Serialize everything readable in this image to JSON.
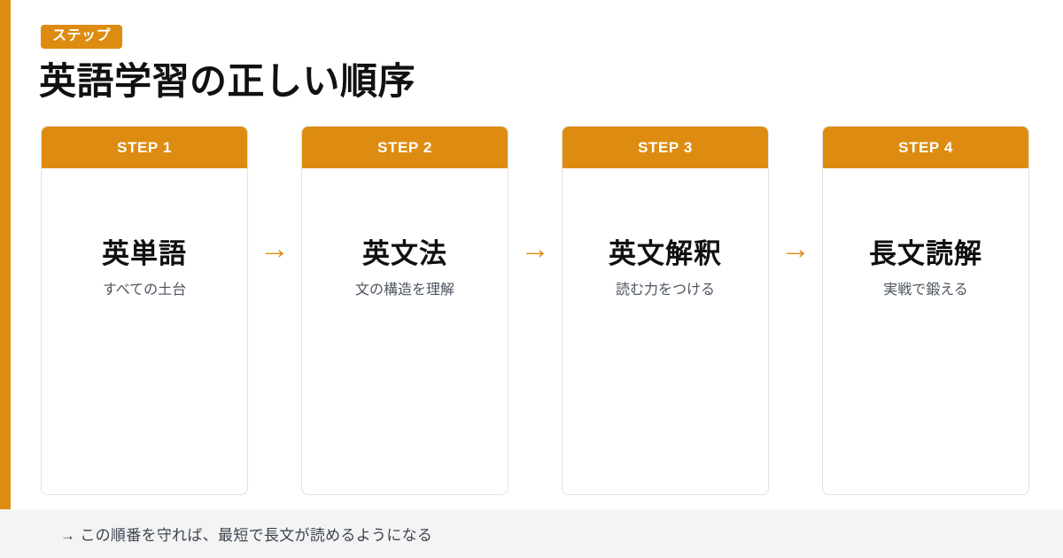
{
  "theme": {
    "accent_color": "#dd8c11",
    "text_color": "#111111",
    "muted_text_color": "#4d5560",
    "card_border_color": "#e2e2e2",
    "footer_bg_color": "#f4f4f4",
    "page_bg_color": "#ffffff"
  },
  "header": {
    "badge_label": "ステップ",
    "title": "英語学習の正しい順序"
  },
  "steps": [
    {
      "head_label": "STEP 1",
      "name": "英単語",
      "desc": "すべての土台"
    },
    {
      "head_label": "STEP 2",
      "name": "英文法",
      "desc": "文の構造を理解"
    },
    {
      "head_label": "STEP 3",
      "name": "英文解釈",
      "desc": "読む力をつける"
    },
    {
      "head_label": "STEP 4",
      "name": "長文読解",
      "desc": "実戦で鍛える"
    }
  ],
  "connectors": {
    "glyph": "→",
    "count": 3
  },
  "footer": {
    "text": "→ この順番を守れば、最短で長文が読めるようになる"
  }
}
